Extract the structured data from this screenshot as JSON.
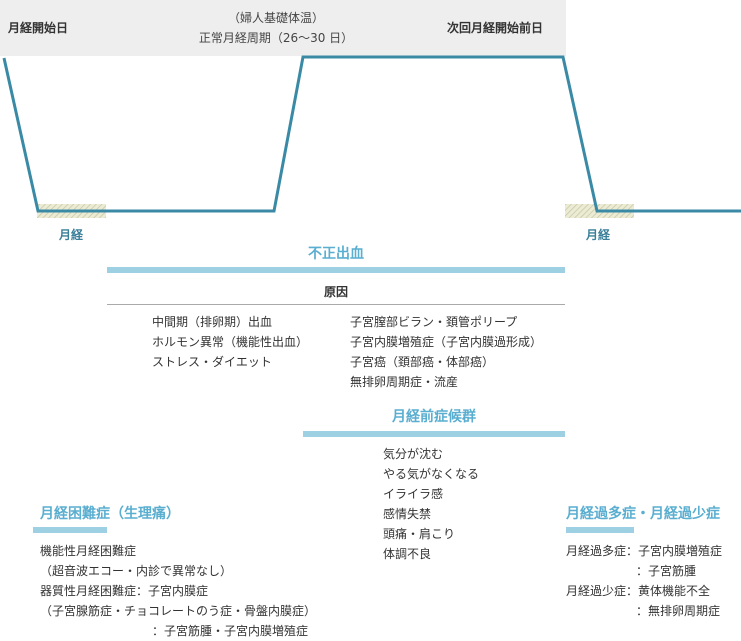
{
  "header": {
    "left_label": "月経開始日",
    "center_line1": "（婦人基礎体温）",
    "center_line2": "正常月経周期（26〜30 日）",
    "right_label": "次回月経開始前日"
  },
  "menstruation_labels": [
    "月経",
    "月経"
  ],
  "colors": {
    "curve": "#3a8aa6",
    "bar": "#9dd0e2",
    "title": "#5aaed0",
    "band": "#eeeeee"
  },
  "irregular_bleeding": {
    "title": "不正出血",
    "cause_heading": "原因",
    "causes_left": [
      "中間期（排卵期）出血",
      "ホルモン異常（機能性出血）",
      "ストレス・ダイエット"
    ],
    "causes_right": [
      "子宮膣部ビラン・頚管ポリープ",
      "子宮内膜増殖症（子宮内膜過形成）",
      "子宮癌（頚部癌・体部癌）",
      "無排卵周期症・流産"
    ]
  },
  "pms": {
    "title": "月経前症候群",
    "symptoms": [
      "気分が沈む",
      "やる気がなくなる",
      "イライラ感",
      "感情失禁",
      "頭痛・肩こり",
      "体調不良"
    ]
  },
  "dysmenorrhea": {
    "title": "月経困難症（生理痛）",
    "items": [
      "機能性月経困難症",
      "（超音波エコー・内診で異常なし）",
      "器質性月経困難症：子宮内膜症",
      "（子宮腺筋症・チョコレートのう症・骨盤内膜症）",
      "：子宮筋腫・子宮内膜増殖症"
    ]
  },
  "hypermenorrhea": {
    "title": "月経過多症・月経過少症",
    "items": [
      "月経過多症：子宮内膜増殖症",
      "：子宮筋腫",
      "月経過少症：黄体機能不全",
      "：無排卵周期症"
    ]
  }
}
